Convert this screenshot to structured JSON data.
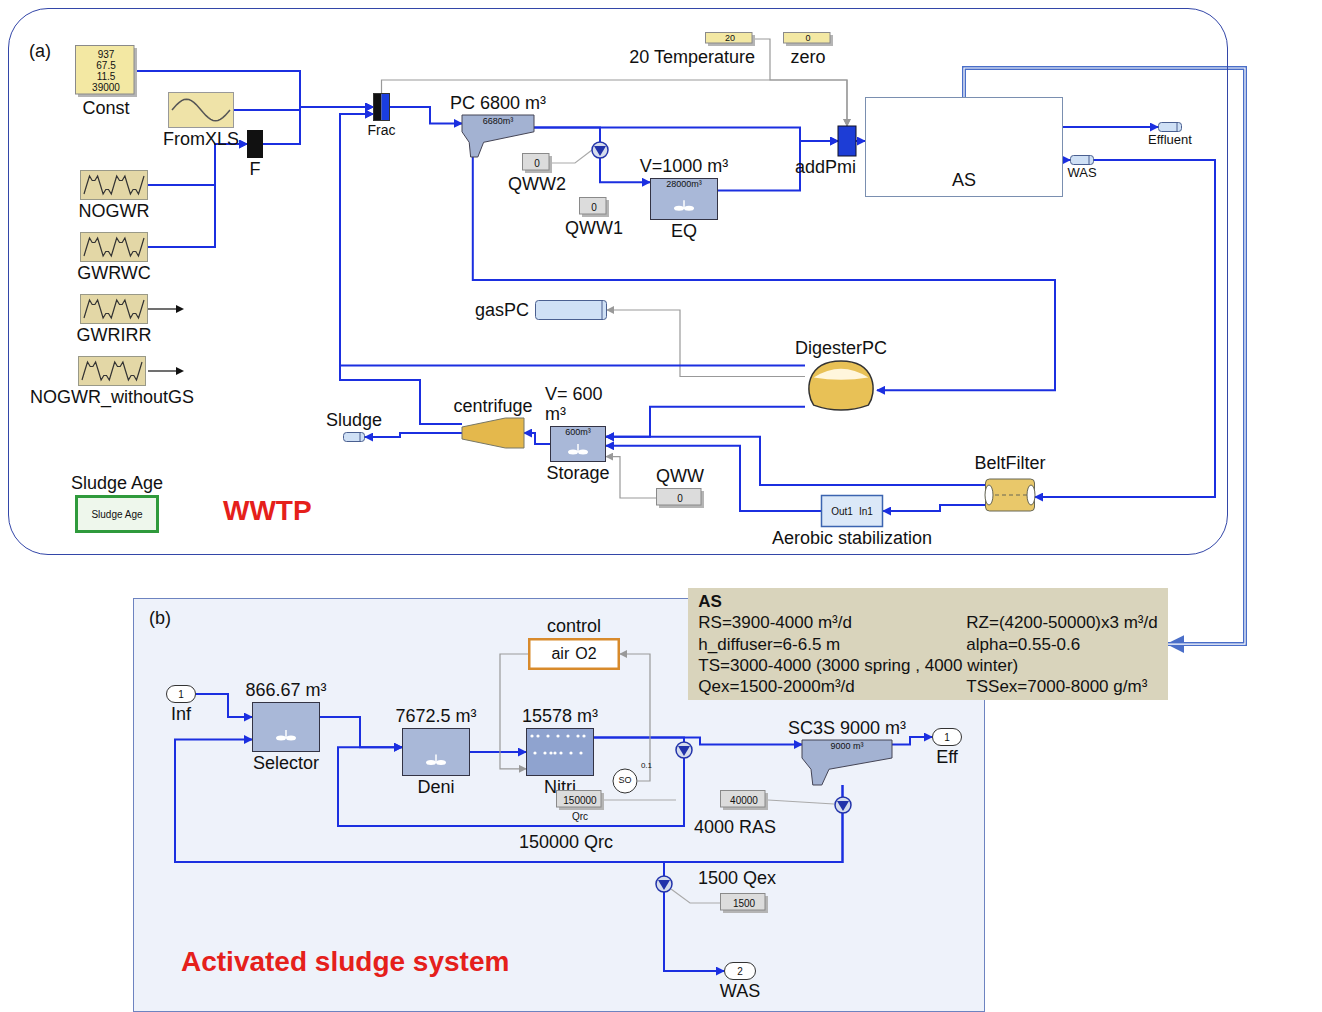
{
  "diagram": {
    "nodes": [
      {
        "text": [
          "(a)",
          "WWTP"
        ]
      },
      {
        "text": [
          "937 67.5 11.5 39000",
          "Const"
        ],
        "in": 0
      },
      {
        "text": [
          "FromXLS"
        ],
        "in": 0
      },
      {
        "text": [
          "NOGWR"
        ],
        "in": 0
      },
      {
        "text": [
          "GWRWC"
        ],
        "in": 0
      },
      {
        "text": [
          "GWRIRR"
        ],
        "in": 0
      },
      {
        "text": [
          "NOGWR_withoutGS"
        ],
        "in": 0
      },
      {
        "text": [
          "F"
        ],
        "in": 0
      },
      {
        "text": [
          "Frac"
        ],
        "in": 0
      },
      {
        "text": [
          "PC 6800 m³",
          "6680m³"
        ],
        "in": 0
      },
      {
        "text": [
          "0",
          "QWW2"
        ],
        "in": 0
      },
      {
        "text": [
          "0",
          "QWW1"
        ],
        "in": 0
      },
      {
        "text": [
          "V=1000 m³",
          "28000m³",
          "EQ"
        ],
        "in": 0
      },
      {
        "text": [
          "20",
          "20 Temperature"
        ],
        "in": 0
      },
      {
        "text": [
          "0",
          "zero"
        ],
        "in": 0
      },
      {
        "text": [
          "addPmi"
        ],
        "in": 0
      },
      {
        "text": [
          "AS"
        ],
        "in": 0
      },
      {
        "text": [
          "Effluent"
        ],
        "in": 0
      },
      {
        "text": [
          "WAS"
        ],
        "in": 0
      },
      {
        "text": [
          "gasPC"
        ],
        "in": 0
      },
      {
        "text": [
          "DigesterPC"
        ],
        "in": 0
      },
      {
        "text": [
          "centrifuge"
        ],
        "in": 0
      },
      {
        "text": [
          "Sludge"
        ],
        "in": 0
      },
      {
        "text": [
          "V= 600 m³",
          "600m³",
          "Storage"
        ],
        "in": 0
      },
      {
        "text": [
          "QWW",
          "0"
        ],
        "in": 0
      },
      {
        "text": [
          "BeltFilter"
        ],
        "in": 0
      },
      {
        "text": [
          "Out1",
          "In1",
          "Aerobic stabilization"
        ],
        "in": 0
      },
      {
        "text": [
          "Sludge Age",
          "Sludge Age"
        ],
        "in": 0
      },
      {
        "text": [
          "AS",
          "RS=3900-4000 m³/d",
          "RZ=(4200-50000)x3 m³/d",
          "h_diffuser=6-6.5 m",
          "alpha=0.55-0.6",
          "TS=3000-4000 (3000 spring , 4000 winter)",
          "Qex=1500-2000m³/d",
          "TSSex=7000-8000 g/m³"
        ]
      },
      {
        "text": [
          "(b)",
          "Activated sludge system"
        ]
      },
      {
        "text": [
          "1",
          "Inf"
        ],
        "in": 29
      },
      {
        "text": [
          "866.67 m³",
          "Selector"
        ],
        "in": 29
      },
      {
        "text": [
          "7672.5 m³",
          "Deni"
        ],
        "in": 29
      },
      {
        "text": [
          "15578 m³",
          "Nitri"
        ],
        "in": 29
      },
      {
        "text": [
          "control",
          "air",
          "O2"
        ],
        "in": 29
      },
      {
        "text": [
          "SO",
          "0.1"
        ],
        "in": 29
      },
      {
        "text": [
          "150000",
          "Qrc"
        ],
        "in": 29
      },
      {
        "text": [
          "SC3S 9000 m³",
          "9000 m³"
        ],
        "in": 29
      },
      {
        "text": [
          "1",
          "Eff"
        ],
        "in": 29
      },
      {
        "text": [
          "40000"
        ],
        "in": 29
      },
      {
        "text": [
          "1500"
        ],
        "in": 29
      },
      {
        "text": [
          "2",
          "WAS"
        ],
        "in": 29
      }
    ],
    "edges": [
      {
        "from": 1,
        "to": 8,
        "arrow": "to"
      },
      {
        "from": 2,
        "to": 8,
        "arrow": "to"
      },
      {
        "from": 7,
        "to": 8,
        "arrow": "to"
      },
      {
        "from": 3,
        "to": 7,
        "arrow": "to"
      },
      {
        "from": 4,
        "to": 7,
        "arrow": "to"
      },
      {
        "from": 8,
        "to": 9,
        "arrow": "to"
      },
      {
        "from": 9,
        "to": 12,
        "arrow": "to"
      },
      {
        "from": 9,
        "to": 15,
        "arrow": "to"
      },
      {
        "from": 12,
        "to": 15,
        "arrow": "to"
      },
      {
        "from": 9,
        "to": 20,
        "arrow": "to"
      },
      {
        "from": 13,
        "to": 15,
        "arrow": "to"
      },
      {
        "from": 8,
        "to": 15,
        "arrow": "to"
      },
      {
        "from": 15,
        "to": 16,
        "arrow": "to"
      },
      {
        "from": 16,
        "to": 17,
        "arrow": "to"
      },
      {
        "from": 16,
        "to": 18,
        "arrow": "to"
      },
      {
        "from": 18,
        "to": 25,
        "arrow": "to"
      },
      {
        "from": 16,
        "to": 28,
        "arrow": "to"
      },
      {
        "from": 25,
        "to": 23,
        "arrow": "to"
      },
      {
        "from": 20,
        "to": 23,
        "arrow": "to"
      },
      {
        "from": 26,
        "to": 23,
        "arrow": "to"
      },
      {
        "from": 25,
        "to": 26,
        "arrow": "to"
      },
      {
        "from": 20,
        "to": 19,
        "arrow": "to"
      },
      {
        "from": 23,
        "to": 21,
        "arrow": "to"
      },
      {
        "from": 21,
        "to": 22,
        "arrow": "to"
      },
      {
        "from": 20,
        "to": 8,
        "arrow": "to"
      },
      {
        "from": 21,
        "to": 8,
        "arrow": "to"
      },
      {
        "from": 24,
        "to": 23,
        "arrow": "to"
      },
      {
        "from": 30,
        "to": 31,
        "arrow": "to"
      },
      {
        "from": 31,
        "to": 32,
        "arrow": "to"
      },
      {
        "from": 32,
        "to": 33,
        "arrow": "to"
      },
      {
        "from": 33,
        "to": 37,
        "arrow": "to"
      },
      {
        "from": 33,
        "to": 32,
        "arrow": "to"
      },
      {
        "from": 37,
        "to": 38,
        "arrow": "to"
      },
      {
        "from": 37,
        "to": 31,
        "arrow": "to"
      },
      {
        "from": 37,
        "to": 41,
        "arrow": "to"
      },
      {
        "from": 34,
        "to": 33,
        "arrow": "to"
      },
      {
        "from": 35,
        "to": 34,
        "arrow": "to"
      }
    ],
    "labels": [
      "150000 Qrc",
      "4000 RAS",
      "1500 Qex"
    ]
  }
}
